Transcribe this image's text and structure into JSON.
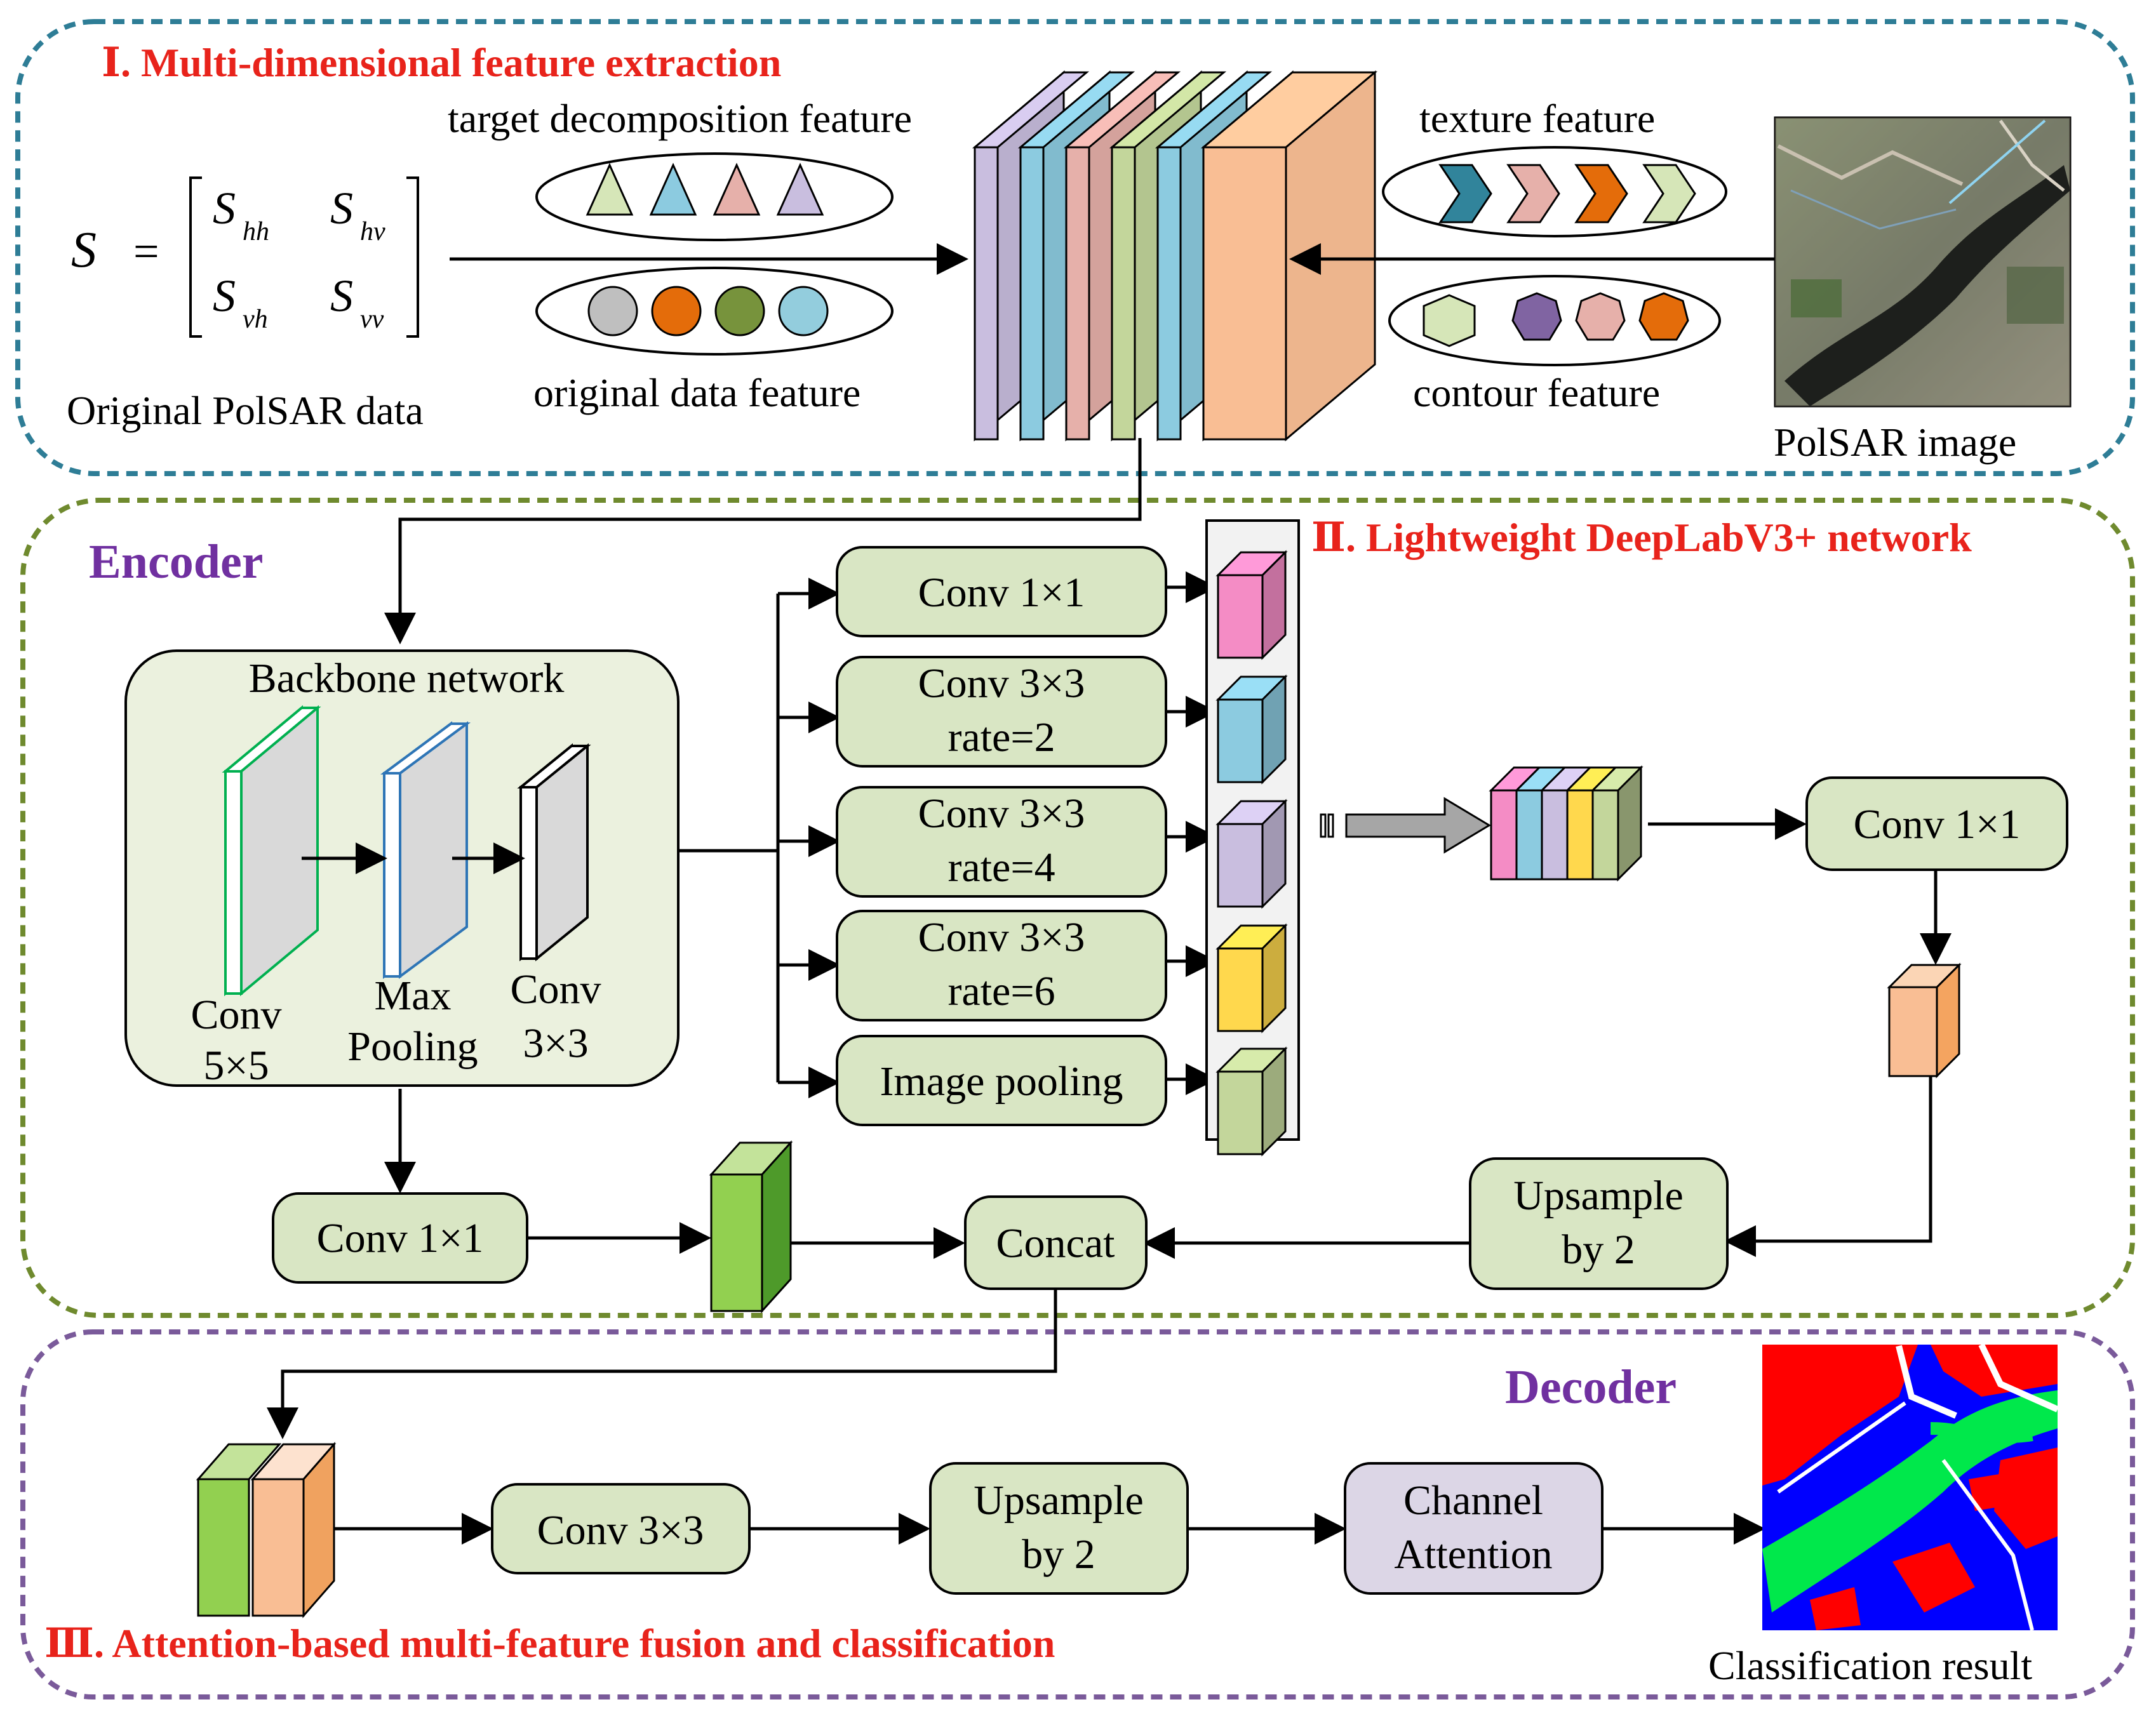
{
  "sections": {
    "one_title": "Ⅰ. Multi-dimensional feature extraction",
    "two_title": "Ⅱ. Lightweight DeepLabV3+ network",
    "three_title": "Ⅲ. Attention-based multi-feature fusion and classification",
    "encoder": "Encoder",
    "decoder": "Decoder"
  },
  "extraction": {
    "matrix_symbol": "S",
    "matrix_eq": "=",
    "m11": "S",
    "m11_sub": "hh",
    "m12": "S",
    "m12_sub": "hv",
    "m21": "S",
    "m21_sub": "vh",
    "m22": "S",
    "m22_sub": "vv",
    "original_polsar": "Original PolSAR data",
    "target_decomposition": "target decomposition feature",
    "original_data_feature": "original data feature",
    "texture_feature": "texture feature",
    "contour_feature": "contour feature",
    "polsar_image": "PolSAR image"
  },
  "encoder_nodes": {
    "backbone": "Backbone network",
    "conv55_a": "Conv",
    "conv55_b": "5×5",
    "maxpool_a": "Max",
    "maxpool_b": "Pooling",
    "conv33_a": "Conv",
    "conv33_b": "3×3",
    "aspp1": "Conv 1×1",
    "aspp2_a": "Conv 3×3",
    "aspp2_b": "rate=2",
    "aspp3_a": "Conv 3×3",
    "aspp3_b": "rate=4",
    "aspp4_a": "Conv 3×3",
    "aspp4_b": "rate=6",
    "aspp5": "Image pooling",
    "conv1x1_right": "Conv 1×1",
    "conv1x1_low": "Conv 1×1",
    "concat": "Concat",
    "upsample_a": "Upsample",
    "upsample_b": "by 2"
  },
  "decoder_nodes": {
    "conv33": "Conv 3×3",
    "upsample_a": "Upsample",
    "upsample_b": "by 2",
    "ca_a": "Channel",
    "ca_b": "Attention",
    "result": "Classification result"
  },
  "colors": {
    "section1_border": "#2e7d96",
    "section2_border": "#6f8a2e",
    "section3_border": "#7a5a9a",
    "node_fill": "#d9e6c4",
    "channel_attention_fill": "#dcd6e6",
    "pink": "#f48cc5",
    "blue": "#8ccbe0",
    "lavender": "#c9bedf",
    "yellow": "#ffd84d",
    "green": "#c3d69b",
    "orange": "#f9be94",
    "bright_green": "#92d050",
    "salmon": "#e6b0aa"
  },
  "icons": {
    "triangle_markers": [
      "triangle-green",
      "triangle-blue",
      "triangle-pink",
      "triangle-lavender"
    ],
    "circle_markers": [
      "circle-gray",
      "circle-orange",
      "circle-olive",
      "circle-blue"
    ],
    "chevron_markers": [
      "chevron-teal",
      "chevron-pink",
      "chevron-orange",
      "chevron-green"
    ],
    "polygon_markers": [
      "hexagon-green",
      "heptagon-purple",
      "heptagon-pink",
      "heptagon-orange"
    ]
  }
}
